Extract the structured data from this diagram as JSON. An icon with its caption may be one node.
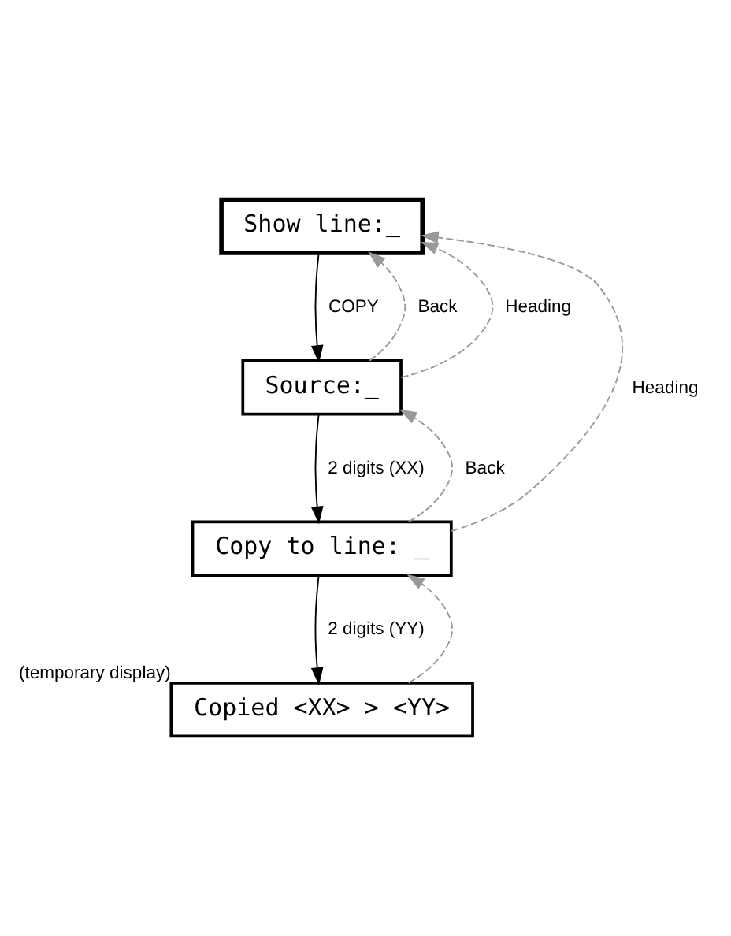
{
  "diagram": {
    "nodes": [
      {
        "text": [
          "Show line:_"
        ]
      },
      {
        "text": [
          "Source:_"
        ]
      },
      {
        "text": [
          "Copy to line: _"
        ]
      },
      {
        "text": [
          "Copied <XX> > <YY>"
        ],
        "beside": [
          "(temporary display)"
        ]
      }
    ],
    "edges": [
      {
        "from": 0,
        "to": 1,
        "arrow": "to",
        "label": "COPY",
        "color": "#000000"
      },
      {
        "from": 1,
        "to": 0,
        "arrow": "to",
        "label": "Back",
        "style": "dashed"
      },
      {
        "from": 1,
        "to": 0,
        "arrow": "to",
        "label": "Heading",
        "style": "dashed"
      },
      {
        "from": 1,
        "to": 2,
        "arrow": "to",
        "label": "2 digits (XX)",
        "color": "#000000"
      },
      {
        "from": 2,
        "to": 1,
        "arrow": "to",
        "label": "Back",
        "style": "dashed"
      },
      {
        "from": 2,
        "to": 0,
        "arrow": "to",
        "label": "Heading",
        "style": "dashed"
      },
      {
        "from": 2,
        "to": 3,
        "arrow": "to",
        "label": "2 digits (YY)",
        "color": "#000000"
      },
      {
        "from": 3,
        "to": 2,
        "arrow": "to",
        "style": "dashed"
      }
    ]
  }
}
